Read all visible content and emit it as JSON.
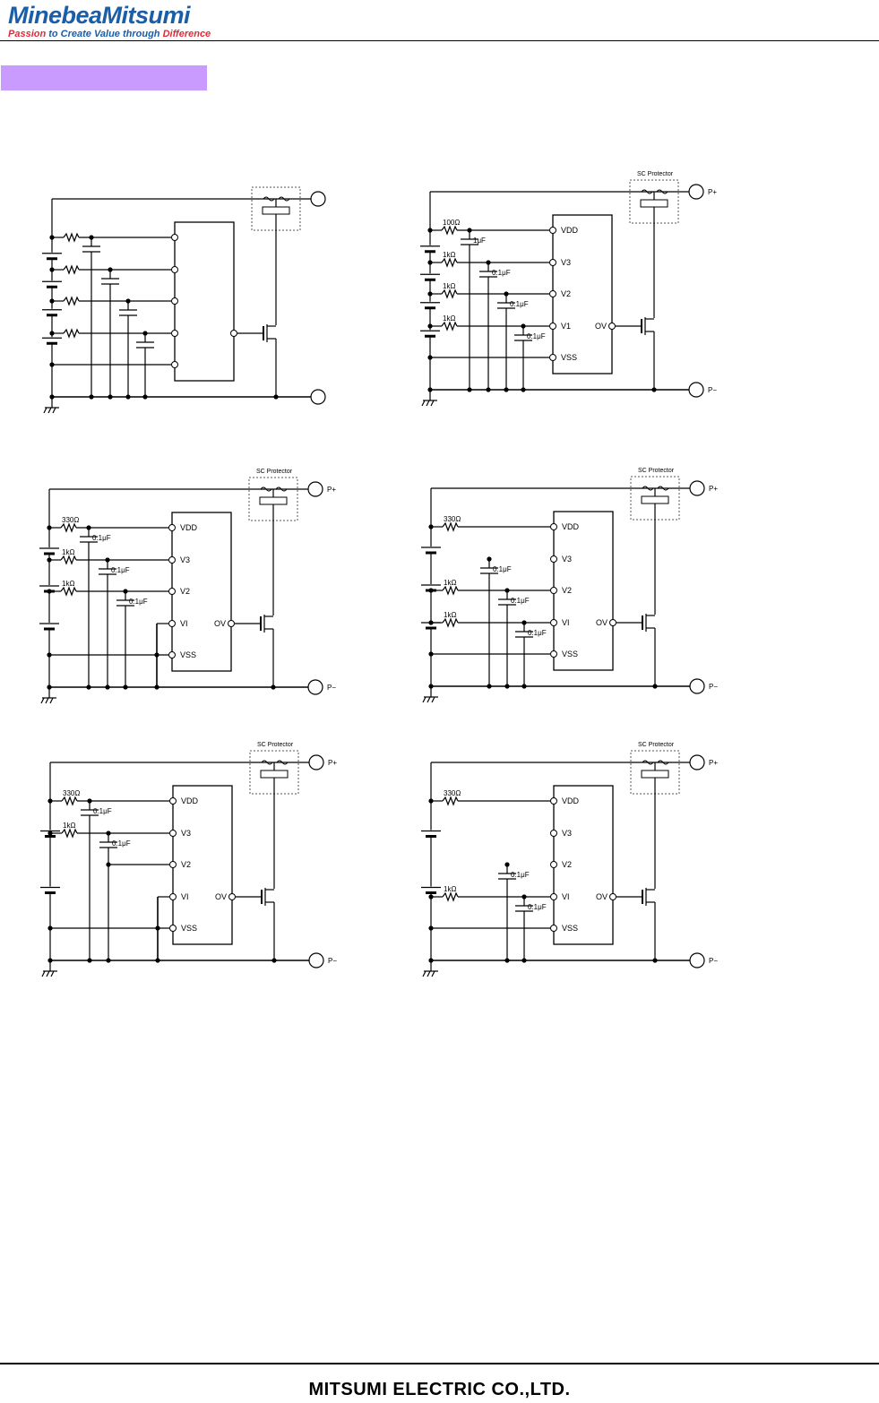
{
  "header": {
    "logo_main": "MinebeaMitsumi",
    "logo_tag_a": "Passion",
    "logo_tag_b": " to Create Value through ",
    "logo_tag_c": "Difference"
  },
  "footer": {
    "company": "MITSUMI ELECTRIC CO.,LTD."
  },
  "colors": {
    "band": "#c99bff",
    "logo_blue": "#1a5ea8",
    "logo_red": "#e02a3a"
  },
  "circuits": [
    {
      "labels": false,
      "sc_label": "",
      "pplus": "",
      "pminus": "",
      "cells": 4,
      "pins": [
        "",
        "",
        "",
        "",
        ""
      ],
      "ov": "",
      "res": [
        "",
        "",
        "",
        ""
      ],
      "caps": [
        "",
        "",
        "",
        ""
      ]
    },
    {
      "labels": true,
      "sc_label": "SC Protector",
      "pplus": "P+",
      "pminus": "P−",
      "cells": 4,
      "pins": [
        "VDD",
        "V3",
        "V2",
        "V1",
        "VSS"
      ],
      "ov": "OV",
      "res": [
        "100Ω",
        "1kΩ",
        "1kΩ",
        "1kΩ"
      ],
      "caps": [
        "1μF",
        "0.1μF",
        "0.1μF",
        "0.1μF"
      ]
    },
    {
      "labels": true,
      "sc_label": "SC Protector",
      "pplus": "P+",
      "pminus": "P−",
      "cells": 3,
      "pins": [
        "VDD",
        "V3",
        "V2",
        "VI",
        "VSS"
      ],
      "ov": "OV",
      "res": [
        "330Ω",
        "1kΩ",
        "1kΩ",
        null
      ],
      "caps": [
        "0.1μF",
        "0.1μF",
        "0.1μF",
        null
      ]
    },
    {
      "labels": true,
      "sc_label": "SC Protector",
      "pplus": "P+",
      "pminus": "P−",
      "cells": 3,
      "pins": [
        "VDD",
        "V3",
        "V2",
        "VI",
        "VSS"
      ],
      "ov": "OV",
      "res": [
        "330Ω",
        null,
        "1kΩ",
        "1kΩ"
      ],
      "caps": [
        null,
        "0.1μF",
        "0.1μF",
        "0.1μF"
      ]
    },
    {
      "labels": true,
      "sc_label": "SC Protector",
      "pplus": "P+",
      "pminus": "P−",
      "cells": 2,
      "pins": [
        "VDD",
        "V3",
        "V2",
        "VI",
        "VSS"
      ],
      "ov": "OV",
      "res": [
        "330Ω",
        "1kΩ",
        null,
        null
      ],
      "caps": [
        "0.1μF",
        "0.1μF",
        null,
        null
      ]
    },
    {
      "labels": true,
      "sc_label": "SC Protector",
      "pplus": "P+",
      "pminus": "P−",
      "cells": 2,
      "pins": [
        "VDD",
        "V3",
        "V2",
        "VI",
        "VSS"
      ],
      "ov": "OV",
      "res": [
        "330Ω",
        null,
        null,
        "1kΩ"
      ],
      "caps": [
        null,
        null,
        "0.1μF",
        "0.1μF"
      ]
    }
  ]
}
